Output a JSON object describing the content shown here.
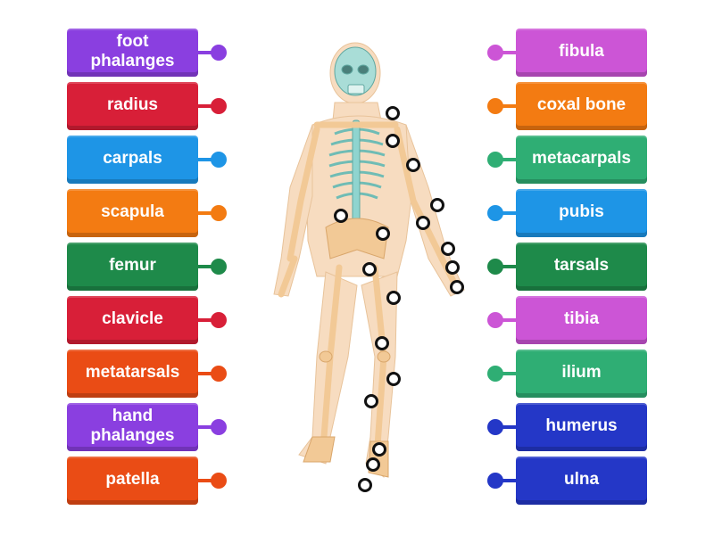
{
  "left_labels": [
    {
      "text": "foot\nphalanges",
      "color": "#8a3fe0"
    },
    {
      "text": "radius",
      "color": "#d81f38"
    },
    {
      "text": "carpals",
      "color": "#1e95e6"
    },
    {
      "text": "scapula",
      "color": "#f37b12"
    },
    {
      "text": "femur",
      "color": "#1e8a4a"
    },
    {
      "text": "clavicle",
      "color": "#d81f38"
    },
    {
      "text": "metatarsals",
      "color": "#ea4c15"
    },
    {
      "text": "hand\nphalanges",
      "color": "#8a3fe0"
    },
    {
      "text": "patella",
      "color": "#ea4c15"
    }
  ],
  "right_labels": [
    {
      "text": "fibula",
      "color": "#cc55d6"
    },
    {
      "text": "coxal bone",
      "color": "#f37b12"
    },
    {
      "text": "metacarpals",
      "color": "#2fae74"
    },
    {
      "text": "pubis",
      "color": "#1e95e6"
    },
    {
      "text": "tarsals",
      "color": "#1e8a4a"
    },
    {
      "text": "tibia",
      "color": "#cc55d6"
    },
    {
      "text": "ilium",
      "color": "#2fae74"
    },
    {
      "text": "humerus",
      "color": "#2437c7"
    },
    {
      "text": "ulna",
      "color": "#2437c7"
    }
  ],
  "figure": {
    "icon": "skeleton-illustration",
    "bone_color": "#f6d9b2",
    "skeleton_color": "#8fd4cf"
  }
}
